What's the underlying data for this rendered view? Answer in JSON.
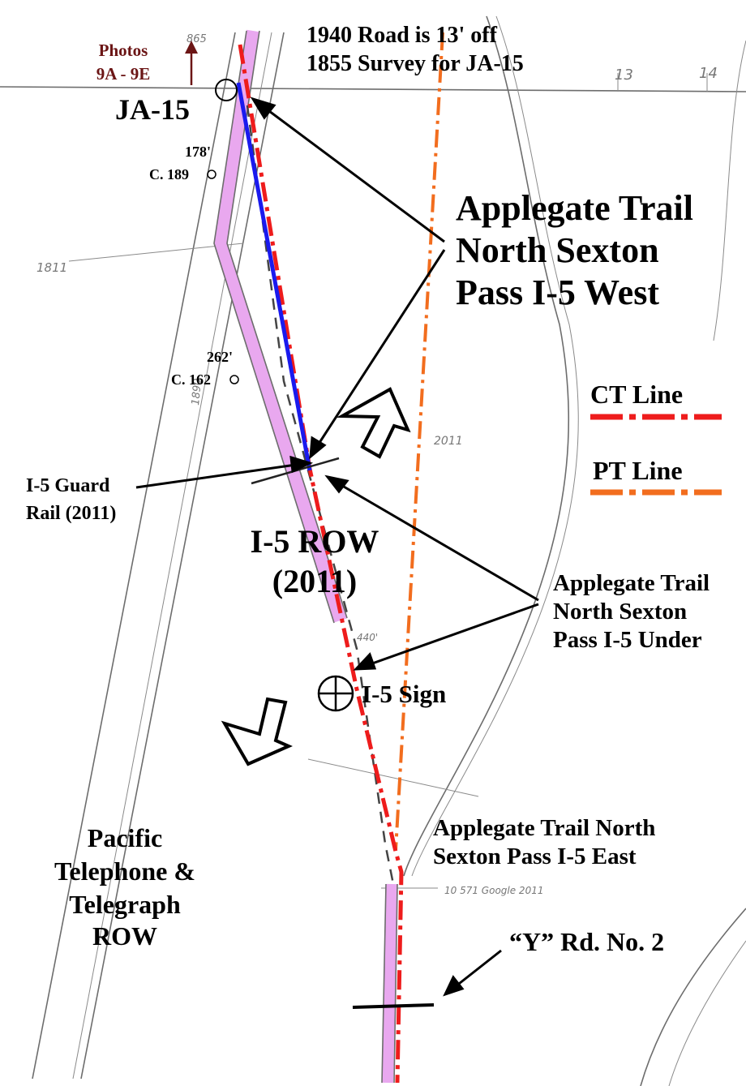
{
  "photos_label": {
    "line1": "Photos",
    "line2": "9A - 9E",
    "color": "#6b1515"
  },
  "note": {
    "line1": "1940 Road is 13' off",
    "line2": "1855 Survey for JA-15"
  },
  "ja15_label": "JA-15",
  "corner1": {
    "dist": "178'",
    "corner": "C. 189"
  },
  "corner2": {
    "dist": "262'",
    "corner": "C. 162"
  },
  "trail_west": {
    "line1": "Applegate Trail",
    "line2": "North Sexton",
    "line3": "Pass I-5 West"
  },
  "legend": {
    "ct": {
      "label": "CT Line",
      "color": "#ee1c1c"
    },
    "pt": {
      "label": "PT Line",
      "color": "#f26d1e"
    }
  },
  "guard_rail": {
    "line1": "I-5 Guard",
    "line2": "Rail (2011)"
  },
  "row": {
    "line1": "I-5 ROW",
    "line2": "(2011)"
  },
  "trail_under": {
    "line1": "Applegate Trail",
    "line2": "North Sexton",
    "line3": "Pass I-5 Under"
  },
  "sign_label": "I-5 Sign",
  "ptt": {
    "line1": "Pacific",
    "line2": "Telephone &",
    "line3": "Telegraph",
    "line4": "ROW"
  },
  "trail_east": {
    "line1": "Applegate Trail North",
    "line2": "Sexton Pass I-5 East"
  },
  "y_road": "“Y” Rd.  No.  2",
  "section_numbers": [
    "13",
    "14"
  ],
  "pencil_notes": {
    "n1": "1811",
    "n2": "1890",
    "n3": "2011",
    "n4": "10 571 Google 2011",
    "n5": "865",
    "n6": "440'"
  },
  "colors": {
    "ja15_line": "#1a1aee",
    "row_band": "#e9a8ef"
  }
}
